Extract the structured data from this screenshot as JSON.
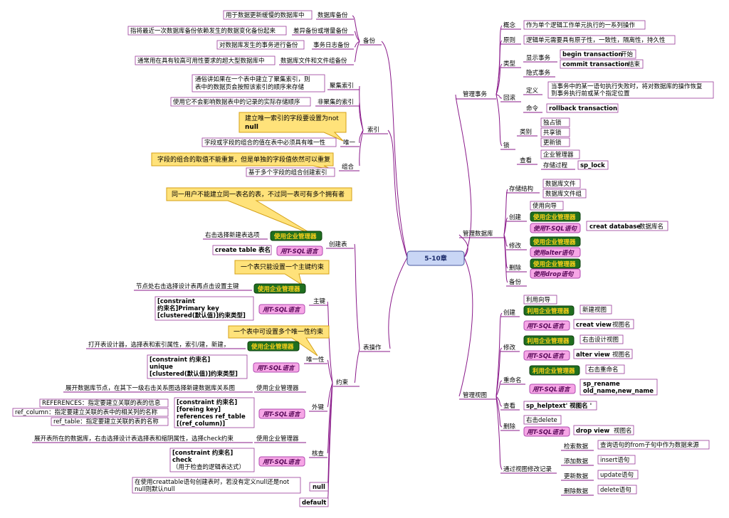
{
  "center": "5-10章",
  "left": {
    "backup": {
      "label": "备份",
      "items": [
        {
          "desc": "用于数据更新缓慢的数据库中",
          "label": "数据库备份"
        },
        {
          "desc": "指将最近一次数据库备份依赖发生的数据变化备份起来",
          "label": "差异备份或增量备份"
        },
        {
          "desc": "对数据库发生的事务进行备份",
          "label": "事务日志备份"
        },
        {
          "desc": "通常用在具有较高可用性要求的超大型数据库中",
          "label": "数据库文件和文件组备份"
        }
      ]
    },
    "index": {
      "label": "索引",
      "clustered": {
        "label": "聚集索引",
        "desc1": "通俗讲如果在一个表中建立了聚集索引，则",
        "desc2": "表中的数据页会按照该索引的顺序来存储"
      },
      "nonclustered": {
        "label": "非聚集的索引",
        "desc": "使用它不会影响数据表中的记录的实际存储顺序"
      },
      "unique": {
        "label": "唯一",
        "callout1": "建立唯一索引的字段要设置为not",
        "callout2": "null",
        "desc": "字段或字段的组合的值在表中必须具有唯一性"
      },
      "composite": {
        "label": "组合",
        "callout": "字段的组合的取值不能重复，但是单独的字段值依然可以重复",
        "desc": "基于多个字段的组合创建索引"
      }
    },
    "table": {
      "label": "表操作",
      "create": {
        "label": "创建表",
        "callout": "同一用户不能建立同一表名的表，不过同一表可有多个拥有者",
        "em_label": "使用企业管理器",
        "em_desc": "右击选择新建表选项",
        "sql_label": "用T-SQL语言",
        "sql_desc": "create table 表名"
      },
      "constraint": {
        "label": "约束",
        "pk": {
          "label": "主键",
          "callout": "一个表只能设置一个主键约束",
          "em_label": "使用企业管理器",
          "em_desc": "节点处右击选择设计表再点击设置主键",
          "sql_label": "用T-SQL语言",
          "sql_l1": "[constraint",
          "sql_l2": "约束名]Primary key",
          "sql_l3": "[clustered(默认值)]约束类型]"
        },
        "uq": {
          "label": "唯一性",
          "callout": "一个表中可设置多个唯一性约束",
          "em_label": "使用企业管理器",
          "em_desc": "打开表设计器，选择表和索引属性，索引/建，新建，",
          "sql_label": "用T-SQL语言",
          "sql_l1": "[constraint  约束名]",
          "sql_l2": "unique",
          "sql_l3": "[clustered(默认值)]约束类型]"
        },
        "fk": {
          "label": "外键",
          "em_label": "使用企业管理器",
          "em_desc": "展开数据库节点，在其下一级右击关系图选择新建数据库关系图",
          "sql_label": "用T-SQL语言",
          "sql_l1": "[constraint  约束名]",
          "sql_l2": "[foreing key]",
          "sql_l3": "references ref_table",
          "sql_l4": "[(ref_column)]",
          "note1": "REFERENCES：指定要建立关联的表的信息",
          "note2": "ref_column：指定要建立关联的表中的相关列的名称",
          "note3": "ref_table：指定要建立关联的表的名称"
        },
        "ck": {
          "label": "核查",
          "em_label": "使用企业管理器",
          "em_desc": "展开表所在的数据库，右击选择设计表选择表和缩阴属性，选择check约束",
          "sql_label": "用T-SQL语言",
          "sql_l1": "[constraint  约束名]",
          "sql_l2": "check",
          "sql_l3": "（用于检查的逻辑表达式）"
        },
        "nn": {
          "label": "null",
          "desc1": "在使用creattable语句创建表时，若没有定义null还是not",
          "desc2": "null则默认null"
        },
        "df": {
          "label": "default"
        }
      }
    }
  },
  "right": {
    "tx": {
      "label": "管理事务",
      "concept": {
        "label": "概念",
        "desc": "作为单个逻辑工作单元执行的一系列操作"
      },
      "principle": {
        "label": "原则",
        "desc": "逻辑单元需要具有原子性，一致性，隔离性，持久性"
      },
      "type": {
        "label": "类型",
        "explicit": "显示事务",
        "begin": "begin transaction",
        "begin_note": "开始",
        "commit": "commit transaction",
        "commit_note": "结束",
        "implicit": "隐式事务"
      },
      "rollback": {
        "label": "回滚",
        "def": "定义",
        "def1": "当事务中的某一语句执行失败时，将对数据库的操作恢复",
        "def2": "到事务执行前或某个指定位置",
        "cmd": "命令",
        "cmd_val": "rollback transaction"
      },
      "lock": {
        "label": "锁",
        "kind": "类别",
        "k1": "独占锁",
        "k2": "共享锁",
        "k3": "更新锁",
        "view": "查看",
        "v1": "企业管理器",
        "v2": "存储过程",
        "v2_val": "sp_lock"
      }
    },
    "db": {
      "label": "管理数据库",
      "storage": {
        "label": "存储结构",
        "s1": "数据库文件",
        "s2": "数据库文件组"
      },
      "create": {
        "label": "创建",
        "wizard": "使用向导",
        "em": "使用企业管理器",
        "sql": "使用T-SQL语句",
        "sql_cmd": "creat database",
        "sql_note": "数据库名"
      },
      "alter": {
        "label": "修改",
        "em": "使用企业管理器",
        "sql": "使用alter语句"
      },
      "drop": {
        "label": "删除",
        "em": "使用企业管理器",
        "sql": "使用drop语句"
      },
      "backup": {
        "label": "备份"
      }
    },
    "view": {
      "label": "管理视图",
      "create": {
        "label": "创建",
        "wizard": "利用向导",
        "em": "利用企业管理器",
        "em_desc": "新建视图",
        "sql": "用T-SQL语言",
        "sql_cmd": "creat view",
        "sql_note": "视图名"
      },
      "alter": {
        "label": "修改",
        "em": "利用企业管理器",
        "em_desc": "右击设计视图",
        "sql": "用T-SQL语言",
        "sql_cmd": "alter view",
        "sql_note": "视图名"
      },
      "rename": {
        "label": "重命名",
        "em": "利用企业管理器",
        "em_desc": "右击重命名",
        "sql": "用T-SQL语言",
        "sql_l1": "sp_rename",
        "sql_l2": "old_name,new_name"
      },
      "check": {
        "label": "查看",
        "val": "sp_helptext' 视图名 '"
      },
      "delete": {
        "label": "删除",
        "em_desc": "右击delete",
        "sql": "用T-SQL语言",
        "sql_cmd": "drop view",
        "sql_note": "视图名"
      },
      "modify": {
        "label": "通过视图修改记录",
        "q": "检索数据",
        "q_desc": "查询语句的from子句中作为数据来源",
        "a": "添加数据",
        "a_desc": "insert语句",
        "u": "更新数据",
        "u_desc": "update语句",
        "d": "删除数据",
        "d_desc": "delete语句"
      }
    }
  }
}
